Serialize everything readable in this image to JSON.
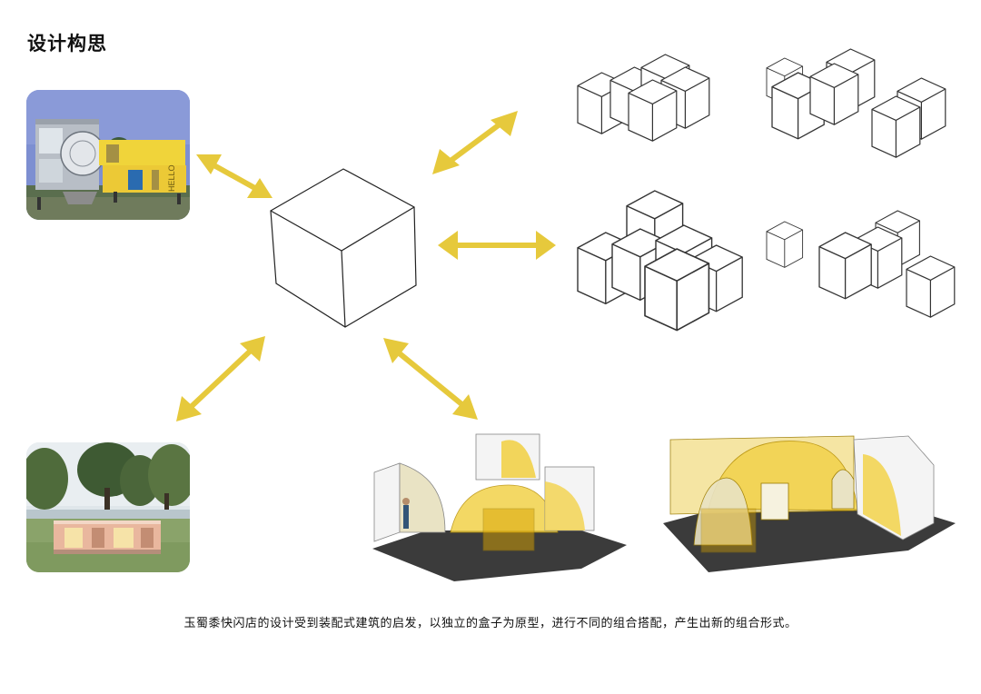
{
  "title": "设计构思",
  "caption": "玉蜀黍快闪店的设计受到装配式建筑的启发，以独立的盒子为原型，进行不同的组合搭配，产生出新的组合形式。",
  "photo_sign_text": "HELLO",
  "colors": {
    "arrow": "#e6c93c",
    "line": "#222222",
    "shell_yellow": "#f2d24a",
    "translucent_yellow": "#d9a400",
    "floor": "#3b3b3b"
  }
}
